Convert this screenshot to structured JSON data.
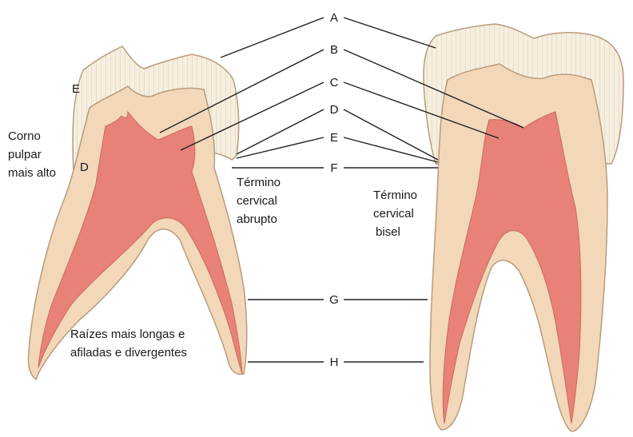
{
  "labels": {
    "a": "A",
    "b": "B",
    "c": "C",
    "d": "D",
    "e": "E",
    "f": "F",
    "g": "G",
    "h": "H",
    "left_e": "E",
    "left_d": "D"
  },
  "notes": {
    "pulp_horn": [
      "Corno",
      "pulpar",
      "mais alto"
    ],
    "cervical_abrupt": [
      "Término",
      "cervical",
      "abrupto"
    ],
    "cervical_bevel": [
      "Término",
      "cervical",
      "bisel"
    ],
    "roots": [
      "Raízes mais longas e",
      "afiladas e divergentes"
    ]
  },
  "colors": {
    "enamel": "#f6efe0",
    "enamel_stripe": "#cdbfa7",
    "dentin": "#f2d7b8",
    "outline": "#b79c7c",
    "pulp": "#e88278",
    "leader": "#222222"
  }
}
